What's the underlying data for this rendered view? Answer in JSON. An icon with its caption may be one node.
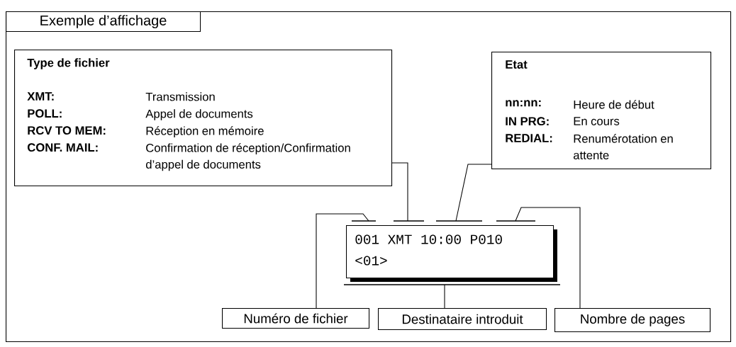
{
  "diagram": {
    "nodes": [
      {
        "text": [
          "Exemple d’affichage"
        ]
      },
      {
        "text": [
          "Type de fichier",
          "XMT:",
          "Transmission",
          "POLL:",
          "Appel de documents",
          "RCV TO MEM:",
          "Réception en mémoire",
          "CONF. MAIL:",
          "Confirmation de réception/Confirmation d’appel de documents"
        ],
        "in": 0
      },
      {
        "text": [
          "Etat",
          "nn:nn:",
          "Heure de début",
          "IN PRG:",
          "En cours",
          "REDIAL:",
          "Renumérotation en attente"
        ],
        "in": 0
      },
      {
        "text": [
          "001 XMT 10:00 P010",
          "<01>"
        ],
        "in": 0
      },
      {
        "text": [],
        "shape": "bar",
        "in": 0
      },
      {
        "text": [],
        "shape": "bar",
        "in": 0
      },
      {
        "text": [],
        "shape": "bar",
        "in": 0
      },
      {
        "text": [],
        "shape": "bar",
        "in": 0
      },
      {
        "text": [],
        "shape": "bar",
        "in": 0
      },
      {
        "text": [
          "Numéro de fichier"
        ],
        "in": 0
      },
      {
        "text": [
          "Destinataire introduit"
        ],
        "in": 0
      },
      {
        "text": [
          "Nombre de pages"
        ],
        "in": 0
      }
    ],
    "edges": [
      {
        "from": 9,
        "to": 4,
        "arrow": "none"
      },
      {
        "from": 1,
        "to": 5,
        "arrow": "none"
      },
      {
        "from": 2,
        "to": 6,
        "arrow": "none"
      },
      {
        "from": 11,
        "to": 7,
        "arrow": "none"
      },
      {
        "from": 10,
        "to": 8,
        "arrow": "none"
      }
    ]
  }
}
